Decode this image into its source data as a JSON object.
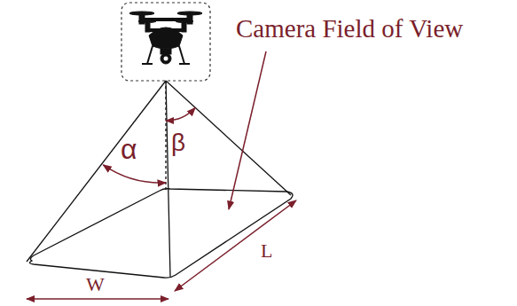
{
  "diagram": {
    "labels": [
      "Camera Field of View",
      "α",
      "β",
      "W",
      "L"
    ]
  }
}
